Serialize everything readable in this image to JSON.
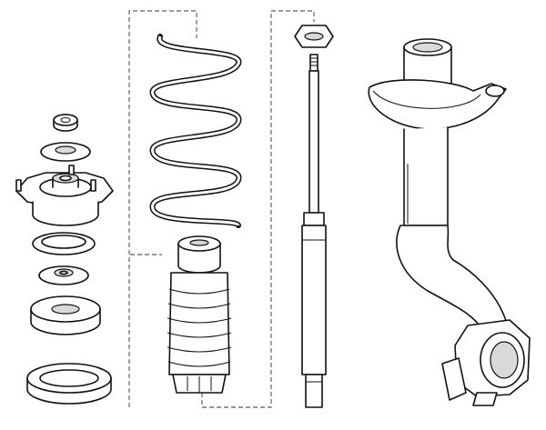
{
  "diagram": {
    "type": "exploded-view",
    "components": [
      {
        "key": "mount-stack",
        "icon": "bearing-mount-icon"
      },
      {
        "key": "coil-spring",
        "icon": "coil-spring-icon"
      },
      {
        "key": "dust-boot",
        "icon": "bellows-icon"
      },
      {
        "key": "damper",
        "icon": "shock-absorber-icon"
      },
      {
        "key": "strut-knuckle",
        "icon": "steering-knuckle-icon"
      }
    ]
  }
}
